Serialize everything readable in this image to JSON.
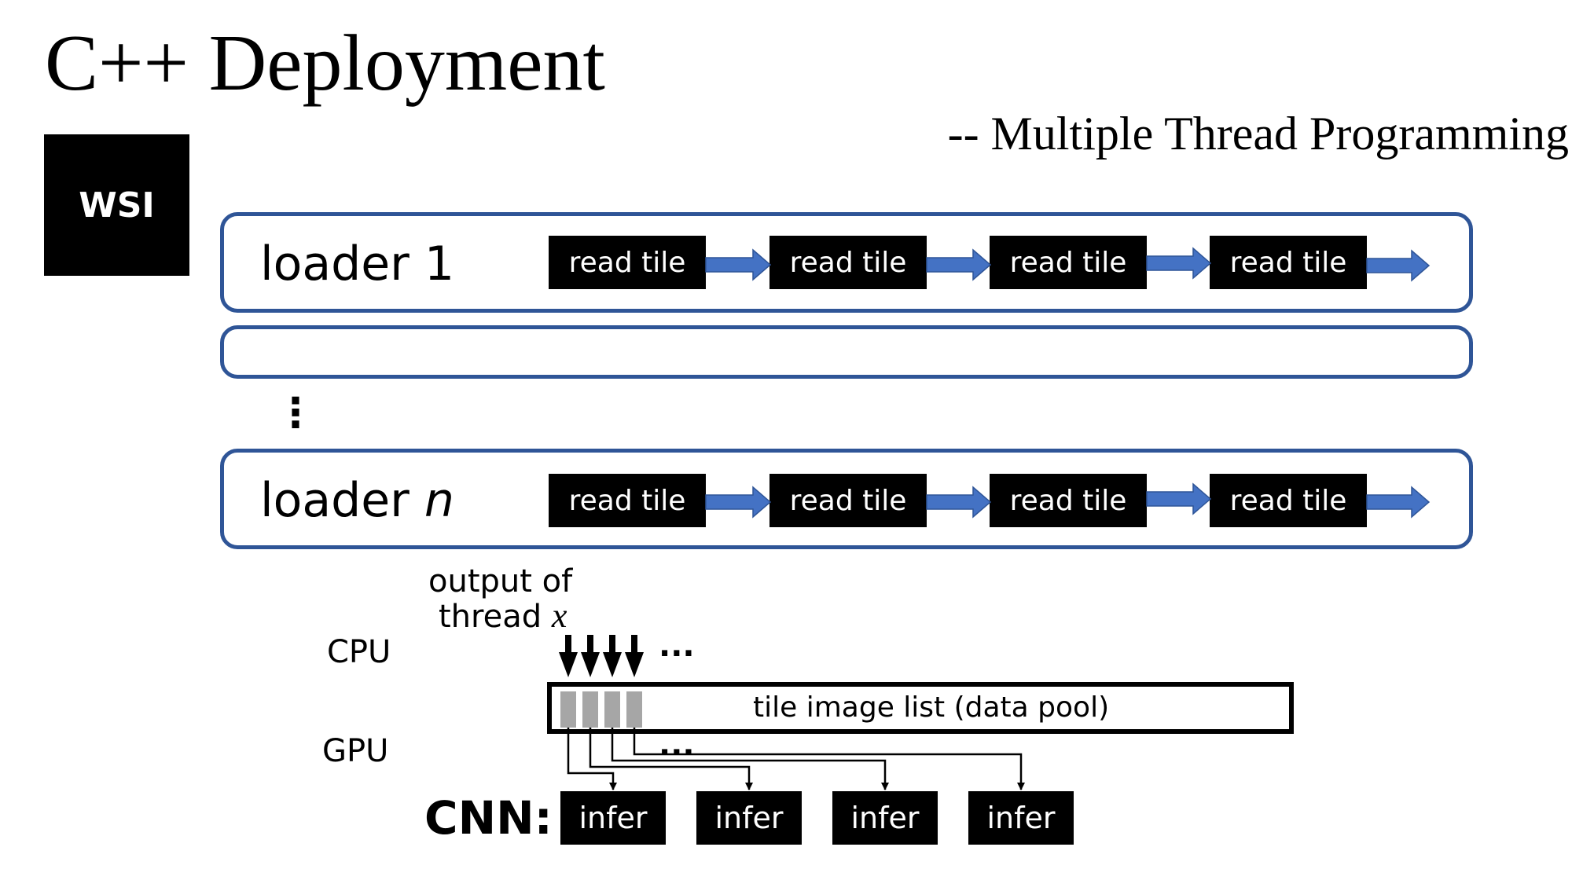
{
  "title": "C++ Deployment",
  "subtitle": "-- Multiple Thread Programming",
  "wsi_label": "WSI",
  "loaders": [
    {
      "label": "loader ",
      "index": "1",
      "index_italic": false,
      "steps": [
        "read tile",
        "read tile",
        "read tile",
        "read tile"
      ]
    },
    {
      "label": "",
      "index": "",
      "index_italic": false,
      "steps": []
    },
    {
      "label": "loader ",
      "index": "n",
      "index_italic": true,
      "steps": [
        "read tile",
        "read tile",
        "read tile",
        "read tile"
      ]
    }
  ],
  "vertical_ellipsis": "⋮",
  "output_label_line1": "output of",
  "output_label_line2": "thread ",
  "output_label_var": "x",
  "cpu_label": "CPU",
  "gpu_label": "GPU",
  "arrows_ellipsis": "···",
  "pool_label": "tile image list (data pool)",
  "connectors_ellipsis": "···",
  "cnn_label": "CNN:",
  "infer_labels": [
    "infer",
    "infer",
    "infer",
    "infer"
  ],
  "colors": {
    "loader_border": "#2f5597",
    "flow_arrow": "#4472c4",
    "pool_slot": "#a6a6a6"
  }
}
